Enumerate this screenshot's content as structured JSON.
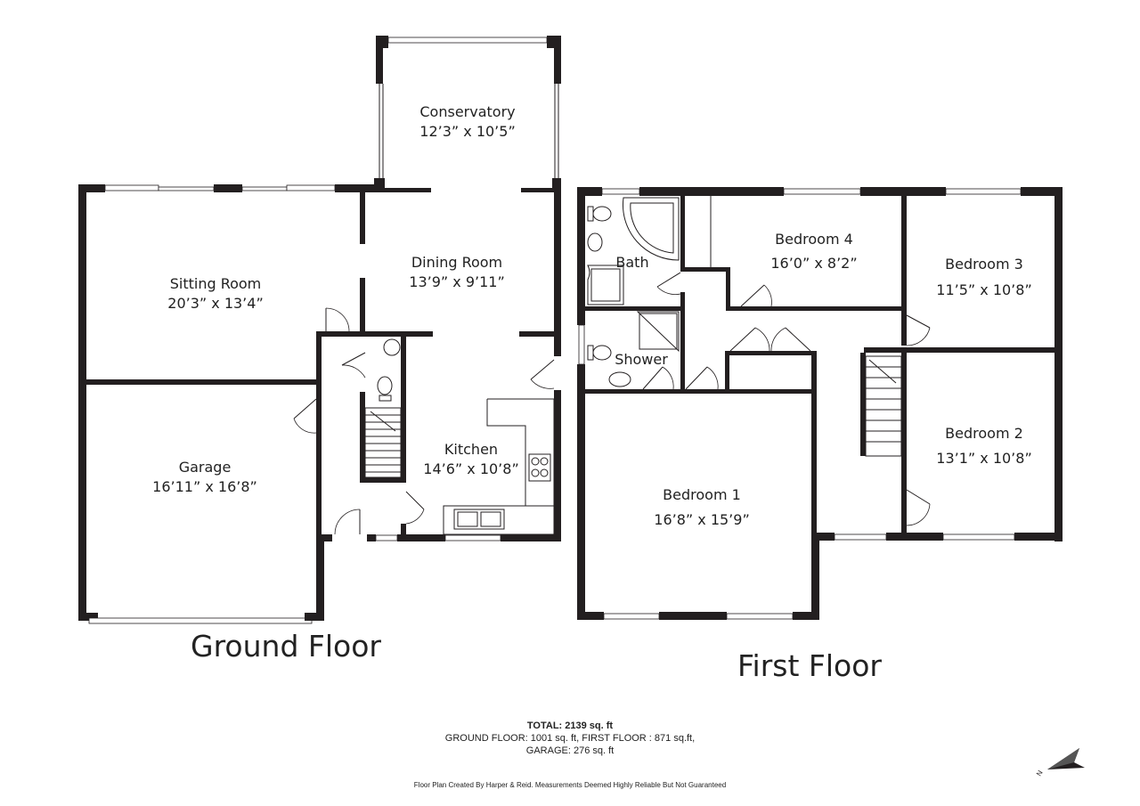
{
  "floors": {
    "ground": {
      "title": "Ground Floor",
      "rooms": {
        "conservatory": {
          "name": "Conservatory",
          "size": "12’3” x 10’5”"
        },
        "dining": {
          "name": "Dining Room",
          "size": "13’9” x 9’11”"
        },
        "sitting": {
          "name": "Sitting Room",
          "size": "20’3” x 13’4”"
        },
        "kitchen": {
          "name": "Kitchen",
          "size": "14’6” x 10’8”"
        },
        "garage": {
          "name": "Garage",
          "size": "16’11” x 16’8”"
        }
      }
    },
    "first": {
      "title": "First Floor",
      "rooms": {
        "bath": {
          "name": "Bath"
        },
        "shower": {
          "name": "Shower"
        },
        "bedroom4": {
          "name": "Bedroom 4",
          "size": "16’0” x 8’2”"
        },
        "bedroom3": {
          "name": "Bedroom 3",
          "size": "11’5” x 10’8”"
        },
        "bedroom2": {
          "name": "Bedroom 2",
          "size": "13’1” x 10’8”"
        },
        "bedroom1": {
          "name": "Bedroom 1",
          "size": "16’8” x 15’9”"
        }
      }
    }
  },
  "totals": {
    "total": "TOTAL: 2139 sq. ft",
    "line2": "GROUND FLOOR: 1001  sq. ft, FIRST FLOOR : 871  sq.ft,",
    "line3": "GARAGE: 276 sq. ft"
  },
  "credit": "Floor Plan Created By Harper & Reid. Measurements Deemed Highly Reliable But Not Guaranteed",
  "compass": {
    "label": "N",
    "icon": "north-arrow-icon"
  },
  "colors": {
    "wall": "#231f20",
    "background": "#ffffff"
  }
}
